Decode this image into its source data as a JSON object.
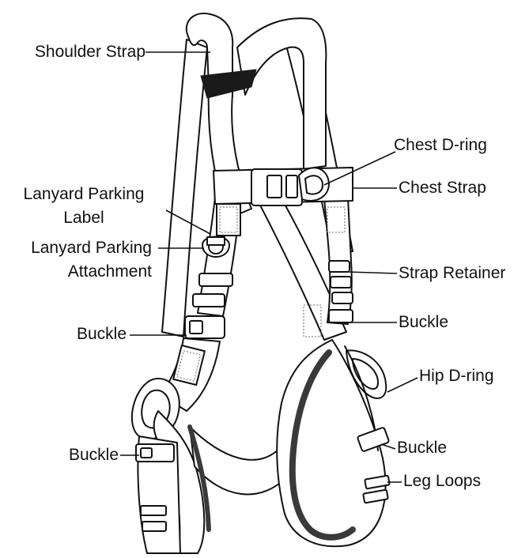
{
  "labels": {
    "shoulder_strap": "Shoulder Strap",
    "chest_d_ring": "Chest D-ring",
    "chest_strap": "Chest Strap",
    "lanyard_parking_label_line1": "Lanyard Parking",
    "lanyard_parking_label_line2": "Label",
    "lanyard_parking_attachment_line1": "Lanyard Parking",
    "lanyard_parking_attachment_line2": "Attachment",
    "strap_retainer": "Strap Retainer",
    "buckle_left_upper": "Buckle",
    "buckle_right_upper": "Buckle",
    "hip_d_ring": "Hip D-ring",
    "buckle_left_lower": "Buckle",
    "buckle_right_lower": "Buckle",
    "leg_loops": "Leg Loops"
  },
  "colors": {
    "ink": "#111111",
    "fill": "#ffffff",
    "dark_strap": "#3a3a3a",
    "accent_dark": "#1a1a1a"
  }
}
